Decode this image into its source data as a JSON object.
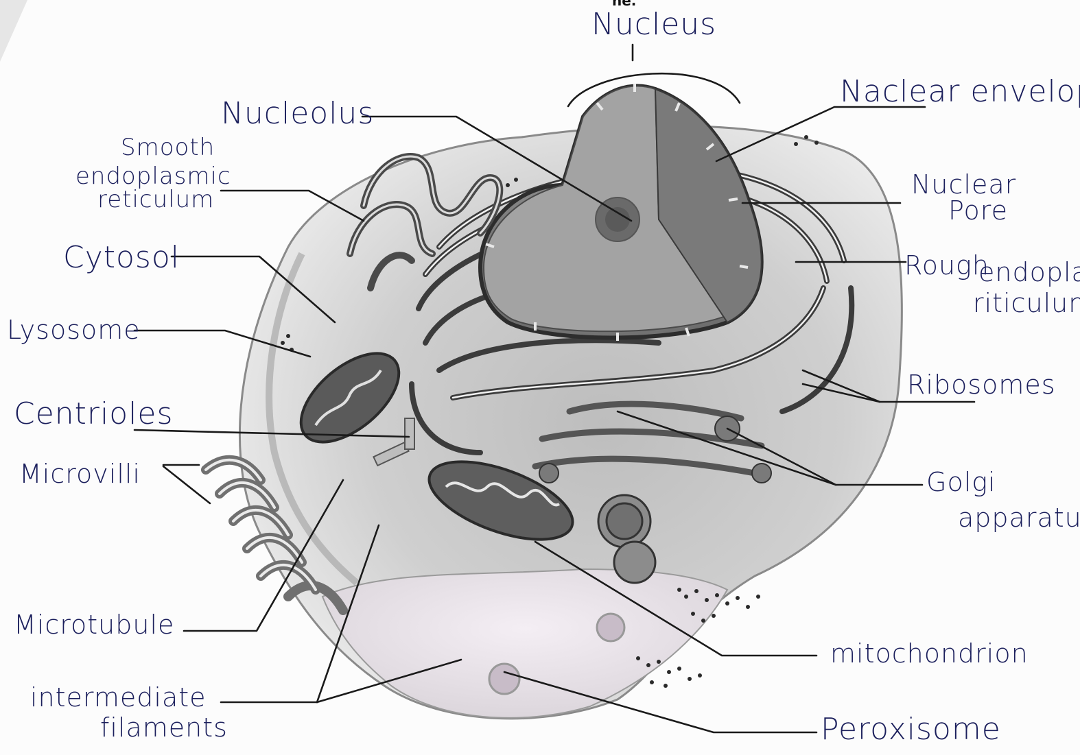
{
  "header_fragment": "ne.",
  "colors": {
    "ink": "#1b1f5c",
    "leader": "#1a1a1a",
    "cytoplasm": "#d9d9d9",
    "nucleus": "#8f8f8f"
  },
  "labels": {
    "nucleus": "Nucleus",
    "nuclear_envelope": "Naclear envelope",
    "nuclear_pore_line1": "Nuclear",
    "nuclear_pore_line2": "Pore",
    "rough_er_word": "Rough",
    "rough_er_line1": "endoplasm",
    "rough_er_line2": "riticulum",
    "ribosomes": "Ribosomes",
    "golgi_line1": "Golgi",
    "golgi_line2": "apparatus",
    "mitochondrion": "mitochondrion",
    "peroxisome": "Peroxisome",
    "nucleolus": "Nucleolus",
    "smooth_er_line1": "Smooth",
    "smooth_er_line2": "endoplasmic",
    "smooth_er_line3": "reticulum",
    "cytosol": "Cytosol",
    "lysosome": "Lysosome",
    "centrioles": "Centrioles",
    "microvilli": "Microvilli",
    "microtubule": "Microtubule",
    "intermediate_line1": "intermediate",
    "intermediate_line2": "filaments"
  }
}
